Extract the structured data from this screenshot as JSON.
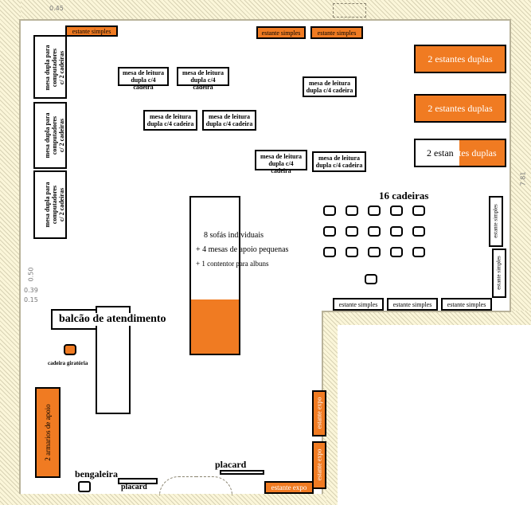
{
  "plan": {
    "reading_table_label": "mesa de leitura dupla c/4 cadeira",
    "computer_table_line1": "mesa dupla para",
    "computer_table_line2": "computadores",
    "computer_table_line3": "c/ 2 cadeiras",
    "single_shelf": "estante simples",
    "double_shelves_2": "2 estantes duplas",
    "double_shelves_2_split_a": "2 estan",
    "double_shelves_2_split_b": "tes duplas",
    "chairs_16": "16 cadeiras",
    "sofas_line1": "8 sofás individuais",
    "sofas_line2": "+ 4 mesas de apoio pequenas",
    "sofas_line3": "+ 1 contentor para albuns",
    "service_desk": "balcão de atendimento",
    "swivel_chair": "cadeira giratória",
    "support_cabinets": "2 armarios de apoio",
    "umbrella_stand": "bengaleira",
    "placard": "placard",
    "estante_expo": "estante expo",
    "dims": {
      "d1": "0.45",
      "d2": "0.50",
      "d3": "0.39",
      "d4": "0.15",
      "d5": "7.81"
    }
  },
  "colors": {
    "accent": "#f07b22",
    "outline": "#000000",
    "wall": "#fbf6d9"
  }
}
